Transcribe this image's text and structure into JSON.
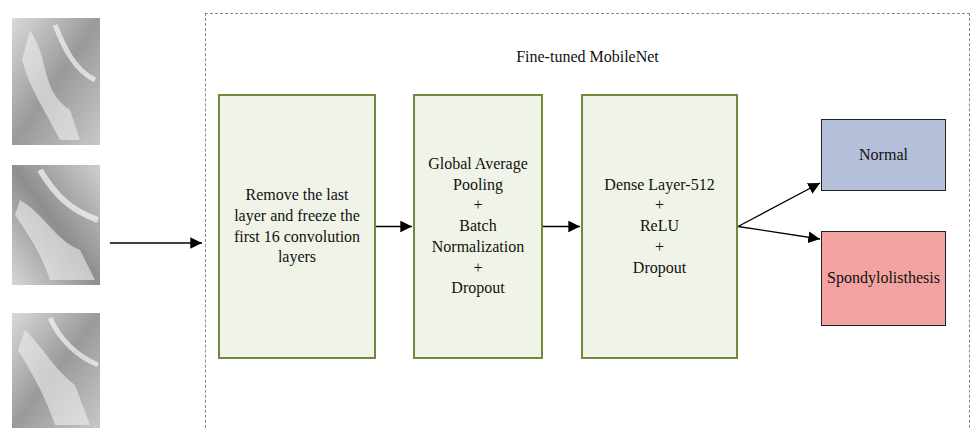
{
  "diagram": {
    "nodes": [
      {
        "text": [
          "Fine-tuned MobileNet"
        ]
      },
      {
        "text": [
          "Remove the last layer and freeze the first 16 convolution layers"
        ],
        "in": 0
      },
      {
        "text": [
          "Global Average Pooling",
          "+",
          "Batch Normalization",
          "+",
          "Dropout"
        ],
        "in": 0
      },
      {
        "text": [
          "Dense Layer-512",
          "+",
          "ReLU",
          "+",
          "Dropout"
        ],
        "in": 0
      },
      {
        "text": [
          "Normal"
        ],
        "in": 0
      },
      {
        "text": [
          "Spondylolisthesis"
        ],
        "in": 0
      }
    ],
    "edges": [
      {
        "from": 1,
        "to": 2,
        "arrow": "to"
      },
      {
        "from": 2,
        "to": 3,
        "arrow": "to"
      },
      {
        "from": 3,
        "to": 4,
        "arrow": "to"
      },
      {
        "from": 3,
        "to": 5,
        "arrow": "to"
      }
    ]
  }
}
